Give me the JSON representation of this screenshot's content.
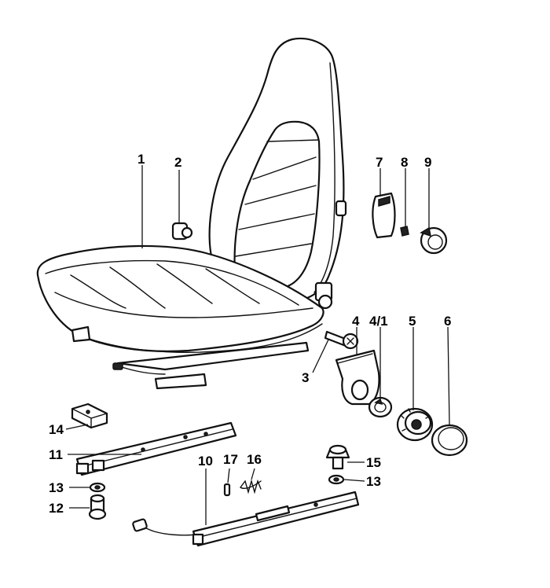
{
  "labels": {
    "p1": "1",
    "p2": "2",
    "p3": "3",
    "p4": "4",
    "p4_1": "4/1",
    "p5": "5",
    "p6": "6",
    "p7": "7",
    "p8": "8",
    "p9": "9",
    "p10": "10",
    "p11": "11",
    "p12": "12",
    "p13a": "13",
    "p13b": "13",
    "p14": "14",
    "p15": "15",
    "p16": "16",
    "p17": "17"
  }
}
